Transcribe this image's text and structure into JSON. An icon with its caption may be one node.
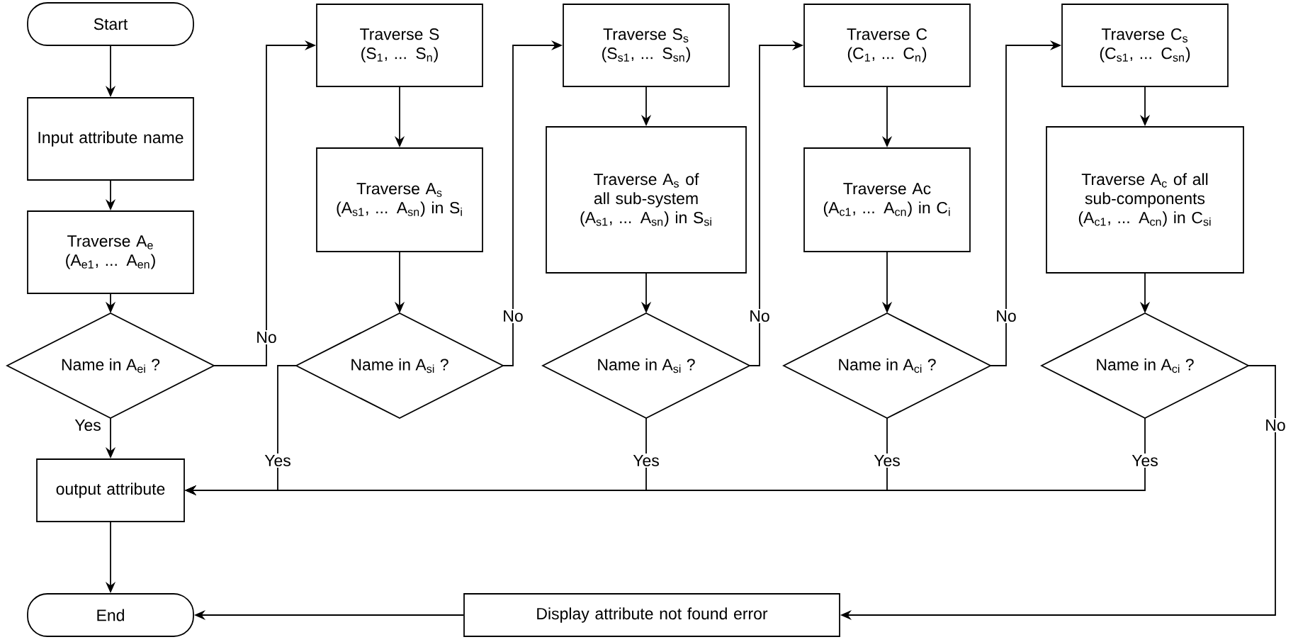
{
  "diagram": {
    "nodes": [
      {
        "text": [
          "Start"
        ]
      },
      {
        "text": [
          "Input attribute name"
        ]
      },
      {
        "text": [
          "Traverse A$_{e}$",
          "(A$_{e1}$, ... A$_{en}$)"
        ]
      },
      {
        "text": [
          "Name in A$_{ei}$ ?"
        ]
      },
      {
        "text": [
          "Traverse S",
          "(S$_{1}$, ... S$_{n}$)"
        ]
      },
      {
        "text": [
          "Traverse A$_{s}$",
          "(A$_{s1}$, ... A$_{sn}$) in S$_{i}$"
        ]
      },
      {
        "text": [
          "Name in A$_{si}$ ?"
        ]
      },
      {
        "text": [
          "Traverse S$_{s}$",
          "(S$_{s1}$, ... S$_{sn}$)"
        ]
      },
      {
        "text": [
          "Traverse A$_{s}$ of all sub-system",
          "(A$_{s1}$, ... A$_{sn}$) in S$_{si}$"
        ]
      },
      {
        "text": [
          "Name in A$_{si}$ ?"
        ]
      },
      {
        "text": [
          "Traverse C",
          "(C$_{1}$, ... C$_{n}$)"
        ]
      },
      {
        "text": [
          "Traverse Ac",
          "(A$_{c1}$, ... A$_{cn}$) in C$_{i}$"
        ]
      },
      {
        "text": [
          "Name in A$_{ci}$ ?"
        ]
      },
      {
        "text": [
          "Traverse C$_{s}$",
          "(C$_{s1}$, ... C$_{sn}$)"
        ]
      },
      {
        "text": [
          "Traverse A$_{c}$ of all sub-components",
          "(A$_{c1}$, ... A$_{cn}$) in C$_{si}$"
        ]
      },
      {
        "text": [
          "Name in A$_{ci}$ ?"
        ]
      },
      {
        "text": [
          "output attribute"
        ]
      },
      {
        "text": [
          "End"
        ]
      },
      {
        "text": [
          "Display attribute not found error"
        ]
      }
    ],
    "edges": [
      {
        "from": 0,
        "to": 1,
        "arrow": "to"
      },
      {
        "from": 1,
        "to": 2,
        "arrow": "to"
      },
      {
        "from": 2,
        "to": 3,
        "arrow": "to"
      },
      {
        "from": 3,
        "to": 16,
        "arrow": "to",
        "label": "Yes"
      },
      {
        "from": 3,
        "to": 4,
        "arrow": "to",
        "label": "No"
      },
      {
        "from": 4,
        "to": 5,
        "arrow": "to"
      },
      {
        "from": 5,
        "to": 6,
        "arrow": "to"
      },
      {
        "from": 6,
        "to": 16,
        "arrow": "to",
        "label": "Yes"
      },
      {
        "from": 6,
        "to": 7,
        "arrow": "to",
        "label": "No"
      },
      {
        "from": 7,
        "to": 8,
        "arrow": "to"
      },
      {
        "from": 8,
        "to": 9,
        "arrow": "to"
      },
      {
        "from": 9,
        "to": 16,
        "arrow": "to",
        "label": "Yes"
      },
      {
        "from": 9,
        "to": 10,
        "arrow": "to",
        "label": "No"
      },
      {
        "from": 10,
        "to": 11,
        "arrow": "to"
      },
      {
        "from": 11,
        "to": 12,
        "arrow": "to"
      },
      {
        "from": 12,
        "to": 16,
        "arrow": "to",
        "label": "Yes"
      },
      {
        "from": 12,
        "to": 13,
        "arrow": "to",
        "label": "No"
      },
      {
        "from": 13,
        "to": 14,
        "arrow": "to"
      },
      {
        "from": 14,
        "to": 15,
        "arrow": "to"
      },
      {
        "from": 15,
        "to": 16,
        "arrow": "to",
        "label": "Yes"
      },
      {
        "from": 15,
        "to": 18,
        "arrow": "to",
        "label": "No"
      },
      {
        "from": 18,
        "to": 17,
        "arrow": "to"
      },
      {
        "from": 16,
        "to": 17,
        "arrow": "to"
      }
    ]
  }
}
